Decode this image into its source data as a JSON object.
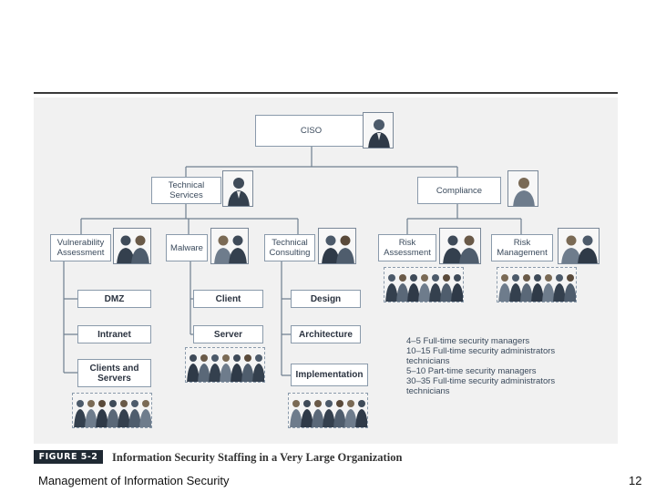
{
  "chart": {
    "nodes": {
      "ciso": "CISO",
      "technical_services": "Technical\nServices",
      "compliance": "Compliance",
      "vulnerability_assessment": "Vulnerability\nAssessment",
      "malware": "Malware",
      "technical_consulting": "Technical\nConsulting",
      "risk_assessment": "Risk\nAssessment",
      "risk_management": "Risk\nManagement",
      "dmz": "DMZ",
      "intranet": "Intranet",
      "clients_and_servers": "Clients and\nServers",
      "client": "Client",
      "server": "Server",
      "design": "Design",
      "architecture": "Architecture",
      "implementation": "Implementation"
    },
    "notes": [
      "4–5 Full-time security managers",
      "10–15 Full-time security administrators",
      "technicians",
      "5–10 Part-time security managers",
      "30–35 Full-time security administrators",
      "technicians"
    ]
  },
  "caption": {
    "label": "FIGURE 5-2",
    "title": "Information Security Staffing in a Very Large Organization"
  },
  "footer": {
    "left": "Management of Information Security",
    "page_number": "12"
  },
  "colors": {
    "line": "#6f7f90",
    "box_border": "#8a9aab",
    "caption_bg": "#1f2933"
  }
}
